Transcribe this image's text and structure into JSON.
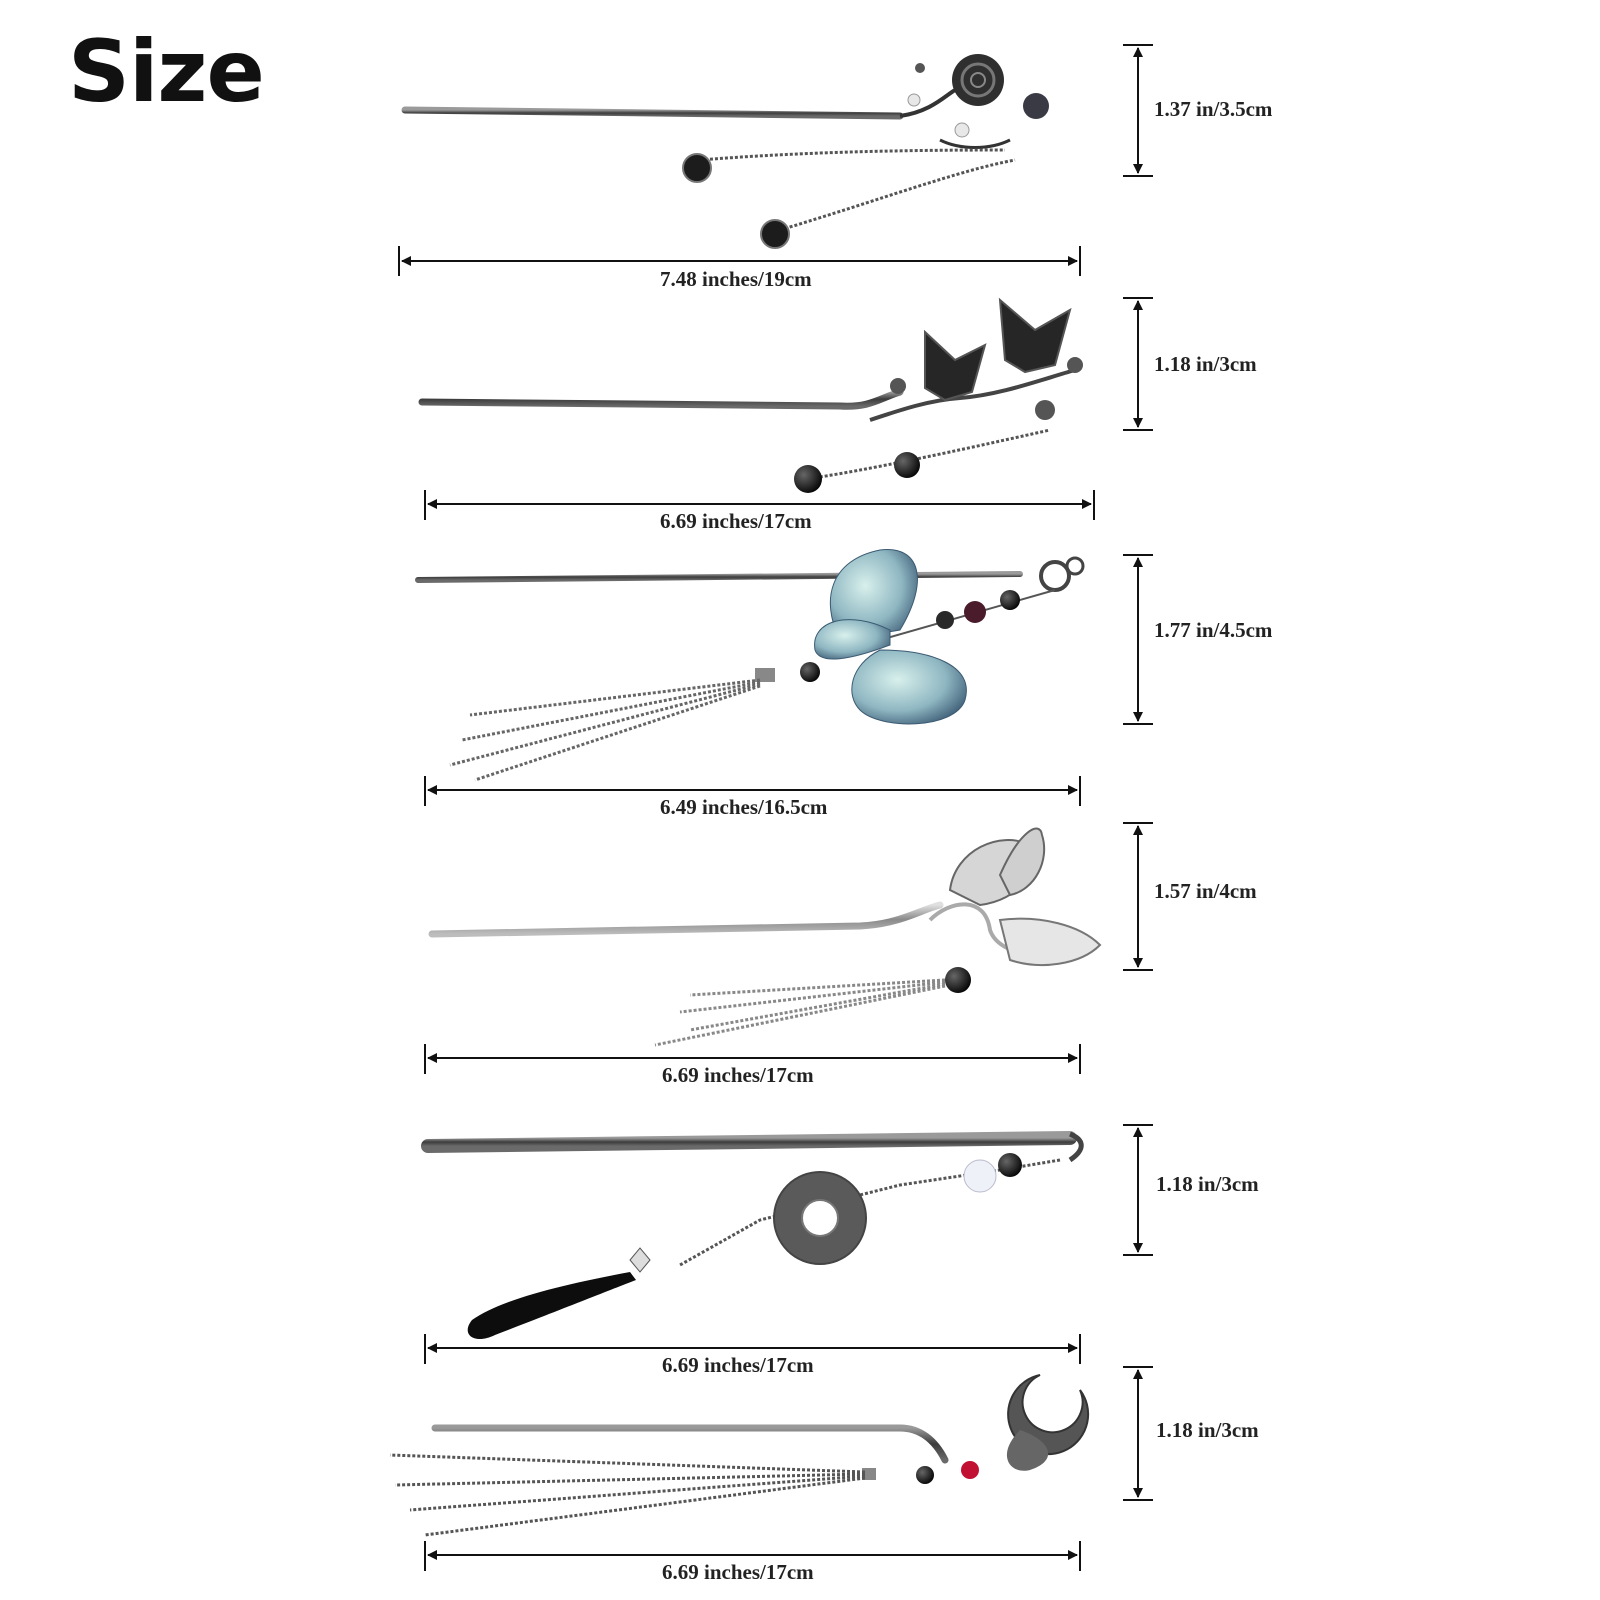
{
  "title": "Size",
  "items": [
    {
      "length": "7.48 inches/19cm",
      "height": "1.37 in/3.5cm"
    },
    {
      "length": "6.69 inches/17cm",
      "height": "1.18 in/3cm"
    },
    {
      "length": "6.49 inches/16.5cm",
      "height": "1.77 in/4.5cm"
    },
    {
      "length": "6.69 inches/17cm",
      "height": "1.57 in/4cm"
    },
    {
      "length": "6.69 inches/17cm",
      "height": "1.18 in/3cm"
    },
    {
      "length": "6.69 inches/17cm",
      "height": "1.18 in/3cm"
    }
  ]
}
